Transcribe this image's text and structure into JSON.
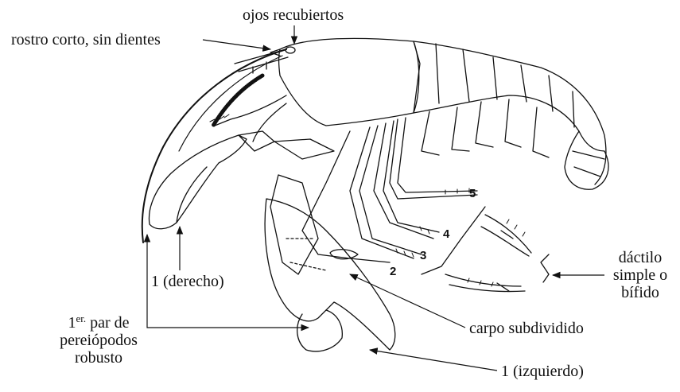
{
  "labels": {
    "ojos": "ojos recubiertos",
    "rostro": "rostro corto, sin dientes",
    "derecho": "1 (derecho)",
    "par_sup": "er.",
    "par_line1_prefix": "1",
    "par_line1_rest": " par de",
    "par_line2": "pereiópodos",
    "par_line3": "robusto",
    "carpo": "carpo subdividido",
    "izquierdo": "1 (izquierdo)",
    "dactilo_line1": "dáctilo",
    "dactilo_line2": "simple o",
    "dactilo_line3": "bífido"
  },
  "leg_numbers": [
    "2",
    "3",
    "4",
    "5"
  ],
  "colors": {
    "ink": "#111111",
    "background": "#ffffff"
  }
}
